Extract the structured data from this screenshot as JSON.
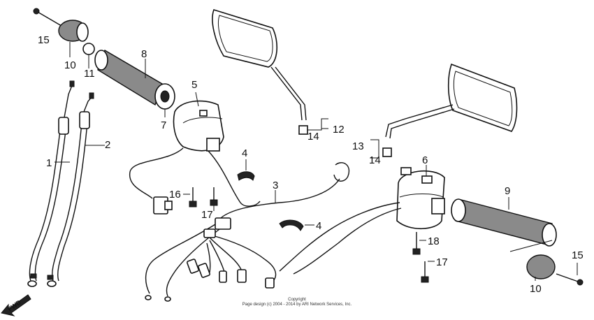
{
  "labels": {
    "l1": "1",
    "l2": "2",
    "l3": "3",
    "l4a": "4",
    "l4b": "4",
    "l5": "5",
    "l6": "6",
    "l7": "7",
    "l8": "8",
    "l9": "9",
    "l10a": "10",
    "l10b": "10",
    "l11": "11",
    "l12": "12",
    "l13": "13",
    "l14a": "14",
    "l14b": "14",
    "l15a": "15",
    "l15b": "15",
    "l16": "16",
    "l17a": "17",
    "l17b": "17",
    "l18": "18"
  },
  "fwd": "FWD",
  "copyright": {
    "line1": "Copyright",
    "line2": "Page design (c) 2004 - 2014 by ARI Network Services, Inc."
  }
}
